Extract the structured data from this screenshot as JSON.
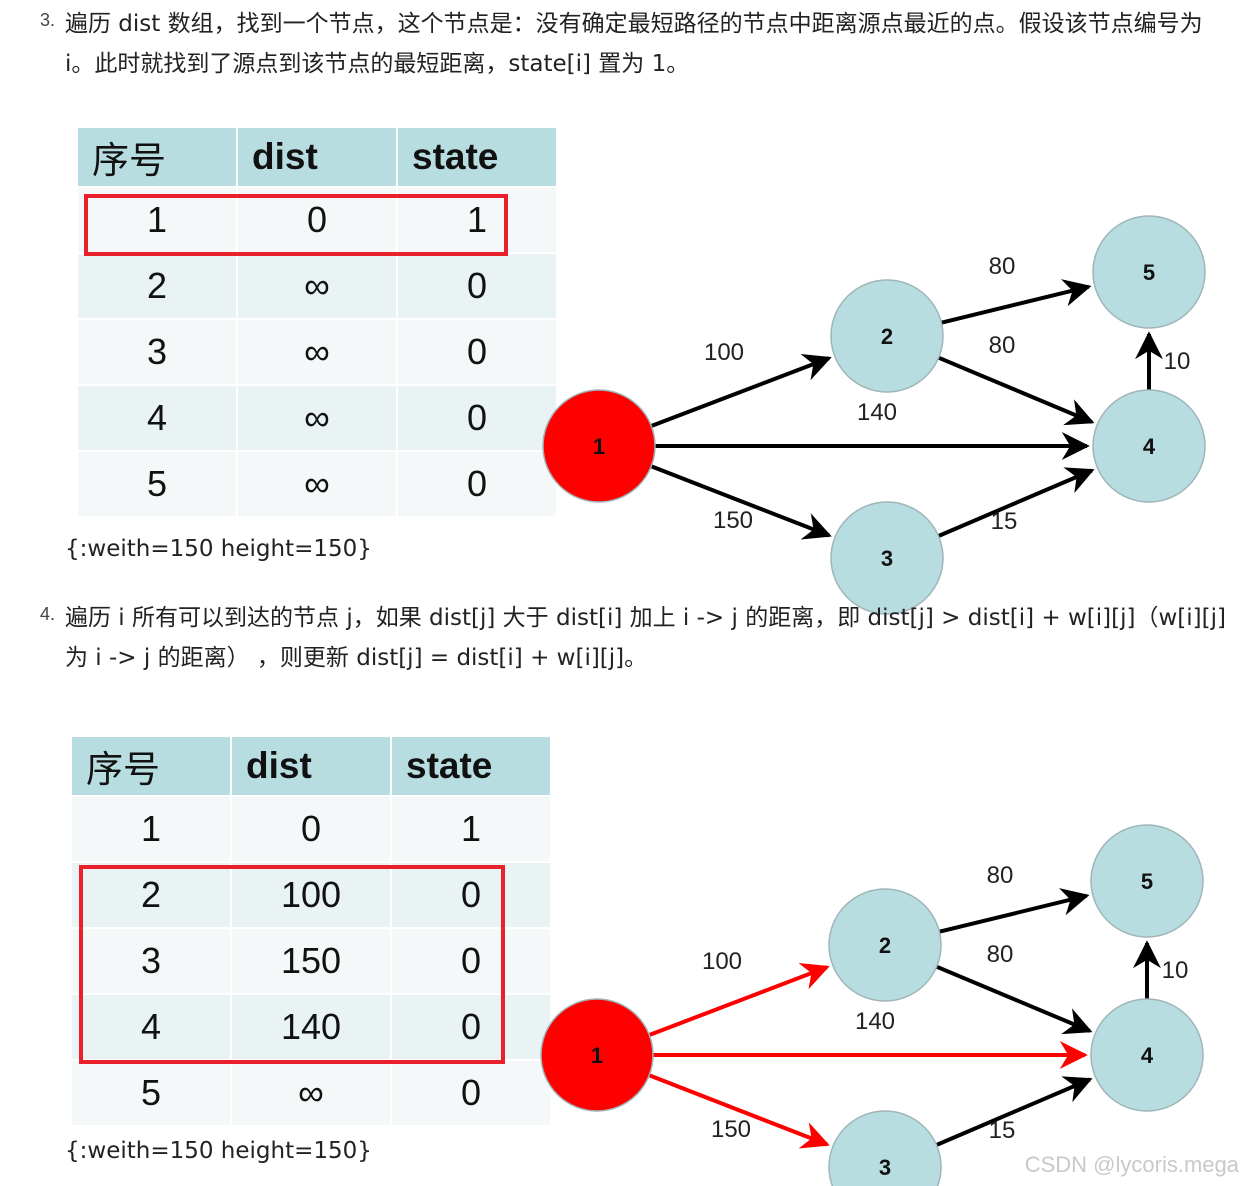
{
  "step3": {
    "number": "3.",
    "text": "遍历 dist 数组，找到一个节点，这个节点是：没有确定最短路径的节点中距离源点最近的点。假设该节点编号为 i。此时就找到了源点到该节点的最短距离，state[i] 置为 1。"
  },
  "step4": {
    "number": "4.",
    "text": "遍历 i 所有可以到达的节点 j，如果 dist[j] 大于 dist[i] 加上 i -> j 的距离，即 dist[j] > dist[i] + w[i][j]（w[i][j] 为 i -> j 的距离） ，则更新 dist[j] = dist[i] + w[i][j]。"
  },
  "figure1": {
    "table": {
      "headers": [
        "序号",
        "dist",
        "state"
      ],
      "rows": [
        [
          "1",
          "0",
          "1"
        ],
        [
          "2",
          "∞",
          "0"
        ],
        [
          "3",
          "∞",
          "0"
        ],
        [
          "4",
          "∞",
          "0"
        ],
        [
          "5",
          "∞",
          "0"
        ]
      ]
    },
    "graph": {
      "nodes": [
        {
          "label": "1",
          "fill": "#ff0000"
        },
        {
          "label": "2",
          "fill": "#b7dde0"
        },
        {
          "label": "3",
          "fill": "#b7dde0"
        },
        {
          "label": "4",
          "fill": "#b7dde0"
        },
        {
          "label": "5",
          "fill": "#b7dde0"
        }
      ],
      "edges": [
        {
          "from": "1",
          "to": "2",
          "weight": "100",
          "color": "#000000"
        },
        {
          "from": "1",
          "to": "4",
          "weight": "140",
          "color": "#000000"
        },
        {
          "from": "1",
          "to": "3",
          "weight": "150",
          "color": "#000000"
        },
        {
          "from": "2",
          "to": "5",
          "weight": "80",
          "color": "#000000"
        },
        {
          "from": "2",
          "to": "4",
          "weight": "80",
          "color": "#000000"
        },
        {
          "from": "3",
          "to": "4",
          "weight": "15",
          "color": "#000000"
        },
        {
          "from": "4",
          "to": "5",
          "weight": "10",
          "color": "#000000"
        }
      ]
    },
    "caption": "{:weith=150 height=150}"
  },
  "figure2": {
    "table": {
      "headers": [
        "序号",
        "dist",
        "state"
      ],
      "rows": [
        [
          "1",
          "0",
          "1"
        ],
        [
          "2",
          "100",
          "0"
        ],
        [
          "3",
          "150",
          "0"
        ],
        [
          "4",
          "140",
          "0"
        ],
        [
          "5",
          "∞",
          "0"
        ]
      ]
    },
    "graph": {
      "nodes": [
        {
          "label": "1",
          "fill": "#ff0000"
        },
        {
          "label": "2",
          "fill": "#b7dde0"
        },
        {
          "label": "3",
          "fill": "#b7dde0"
        },
        {
          "label": "4",
          "fill": "#b7dde0"
        },
        {
          "label": "5",
          "fill": "#b7dde0"
        }
      ],
      "edges": [
        {
          "from": "1",
          "to": "2",
          "weight": "100",
          "color": "#ff0000"
        },
        {
          "from": "1",
          "to": "4",
          "weight": "140",
          "color": "#ff0000"
        },
        {
          "from": "1",
          "to": "3",
          "weight": "150",
          "color": "#ff0000"
        },
        {
          "from": "2",
          "to": "5",
          "weight": "80",
          "color": "#000000"
        },
        {
          "from": "2",
          "to": "4",
          "weight": "80",
          "color": "#000000"
        },
        {
          "from": "3",
          "to": "4",
          "weight": "15",
          "color": "#000000"
        },
        {
          "from": "4",
          "to": "5",
          "weight": "10",
          "color": "#000000"
        }
      ]
    },
    "caption": "{:weith=150 height=150}"
  },
  "colors": {
    "highlight": "#e8212a",
    "node_default": "#b7dde0",
    "node_source": "#ff0000"
  },
  "watermark": "CSDN @lycoris.mega"
}
